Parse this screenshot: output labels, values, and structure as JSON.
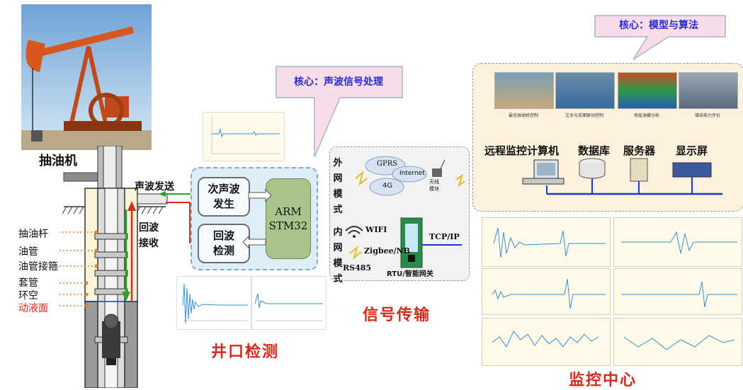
{
  "pump": {
    "label": "抽油机"
  },
  "wellhead_labels": {
    "sound_send": "声波发送",
    "echo_receive_1": "回波",
    "echo_receive_2": "接收"
  },
  "well_parts": [
    "抽油杆",
    "油管",
    "油管接箍",
    "套管",
    "环空",
    "动液面"
  ],
  "detection": {
    "subsonic_1": "次声波",
    "subsonic_2": "发生",
    "echo_1": "回波",
    "echo_2": "检测",
    "arm_1": "ARM",
    "arm_2": "STM32",
    "title": "井口检测"
  },
  "callouts": {
    "acoustic": "核心：声波信号处理",
    "model": "核心：模型与算法"
  },
  "transmission": {
    "external_chars": [
      "外",
      "网",
      "模",
      "式"
    ],
    "internal_chars": [
      "内",
      "网",
      "模",
      "式"
    ],
    "gprs": "GPRS",
    "g4": "4G",
    "internet": "Internet",
    "antenna_1": "天线",
    "antenna_2": "模块",
    "wifi": "WIFI",
    "zigbee": "Zigbee/NB",
    "rs485": "RS485",
    "tcpip": "TCP/IP",
    "rtu": "RTU/智能网关",
    "title": "信号传输"
  },
  "monitor": {
    "thumbs": [
      "最优抽油机控制",
      "注水与采面联动控制",
      "地层油藏分析",
      "储采能力评价"
    ],
    "devices": [
      "远程监控计算机",
      "数据库",
      "服务器",
      "显示屏"
    ],
    "title": "监控中心"
  },
  "colors": {
    "red": "#d42a1f",
    "green": "#2aa12a",
    "blue": "#2233d0",
    "callout_text": "#2b2bd4"
  }
}
